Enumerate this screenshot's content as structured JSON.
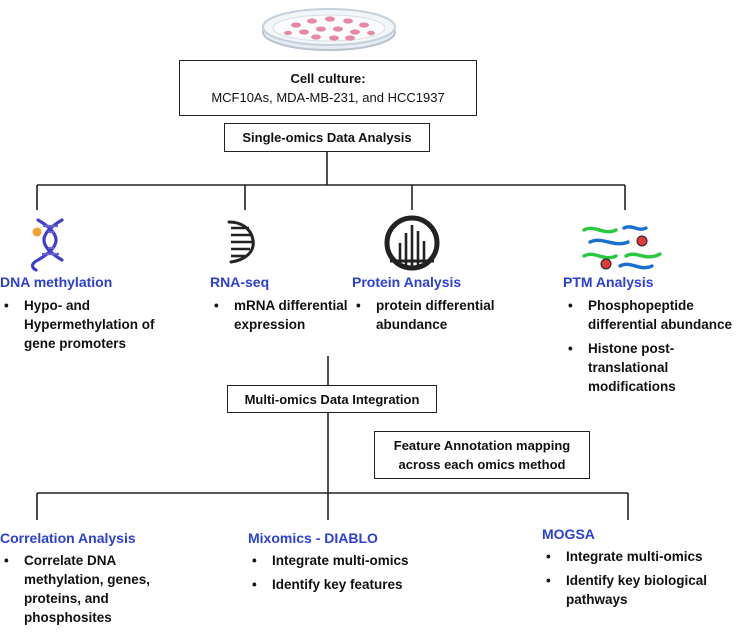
{
  "top": {
    "cell_culture_title": "Cell culture:",
    "cell_culture_lines": "MCF10As, MDA-MB-231, and HCC1937",
    "single_omics": "Single-omics Data Analysis"
  },
  "methods": [
    {
      "title": "DNA methylation",
      "bullets": [
        "Hypo- and Hypermethylation of gene promoters"
      ],
      "icon": "dna-icon"
    },
    {
      "title": "RNA-seq",
      "bullets": [
        "mRNA differential expression"
      ],
      "icon": "rna-icon"
    },
    {
      "title": "Protein Analysis",
      "bullets": [
        "protein differential abundance"
      ],
      "icon": "protein-gel-icon"
    },
    {
      "title": "PTM Analysis",
      "bullets": [
        "Phosphopeptide differential abundance",
        "Histone post-translational modifications"
      ],
      "icon": "phospho-peptide-icon"
    }
  ],
  "integration": {
    "title": "Multi-omics Data Integration",
    "annotation": "Feature Annotation mapping across each omics method"
  },
  "tools": [
    {
      "title": "Correlation Analysis",
      "bullets": [
        "Correlate DNA methylation, genes, proteins, and phosphosites"
      ]
    },
    {
      "title": "Mixomics - DIABLO",
      "bullets": [
        "Integrate multi-omics",
        "Identify key features"
      ]
    },
    {
      "title": "MOGSA",
      "bullets": [
        "Integrate multi-omics",
        "Identify key biological pathways"
      ]
    }
  ],
  "colors": {
    "accent_title": "#2b3fd6",
    "line": "#222222",
    "dish_dots": "#e58aa6"
  }
}
